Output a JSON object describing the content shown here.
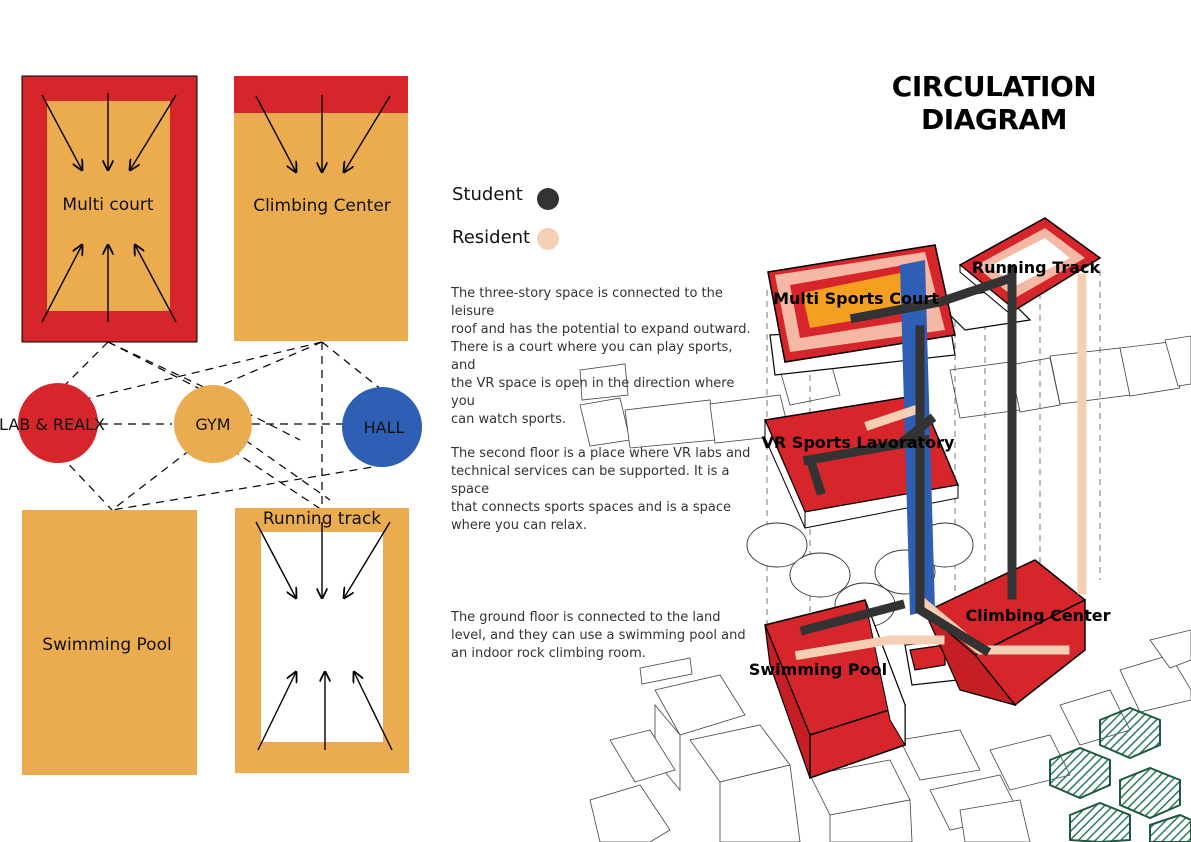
{
  "title": "CIRCULATION DIAGRAM",
  "colors": {
    "red": "#d7262b",
    "orange": "#ebac50",
    "blue": "#2f5fb5",
    "student": "#333333",
    "resident": "#f4cfb4"
  },
  "legend": {
    "student_label": "Student",
    "resident_label": "Resident"
  },
  "plans": {
    "multi_court": "Multi court",
    "climbing_center": "Climbing Center",
    "swimming_pool": "Swimming Pool",
    "running_track": "Running track",
    "lab": "LAB & REALX",
    "gym": "GYM",
    "hall": "HALL"
  },
  "descriptions": [
    [
      "The three-story space is connected to the leisure",
      "roof and has the potential to expand outward.",
      "There is a court where you can play sports, and",
      "the VR space is open in the direction where you",
      "can watch sports."
    ],
    [
      "The second floor is a place where VR labs and",
      "technical services can be supported. It is a space",
      "that connects sports spaces and is a space",
      "where you can relax."
    ],
    [
      "The ground floor is connected to the land",
      "level, and they can use a swimming pool and",
      "an indoor rock climbing room."
    ]
  ],
  "axo": {
    "multi_sports_court": "Multi Sports Court",
    "running_track": "Running Track",
    "vr_lab": "VR Sports Lavoratory",
    "climbing_center": "Climbing Center",
    "swimming_pool": "Swimming Pool"
  }
}
